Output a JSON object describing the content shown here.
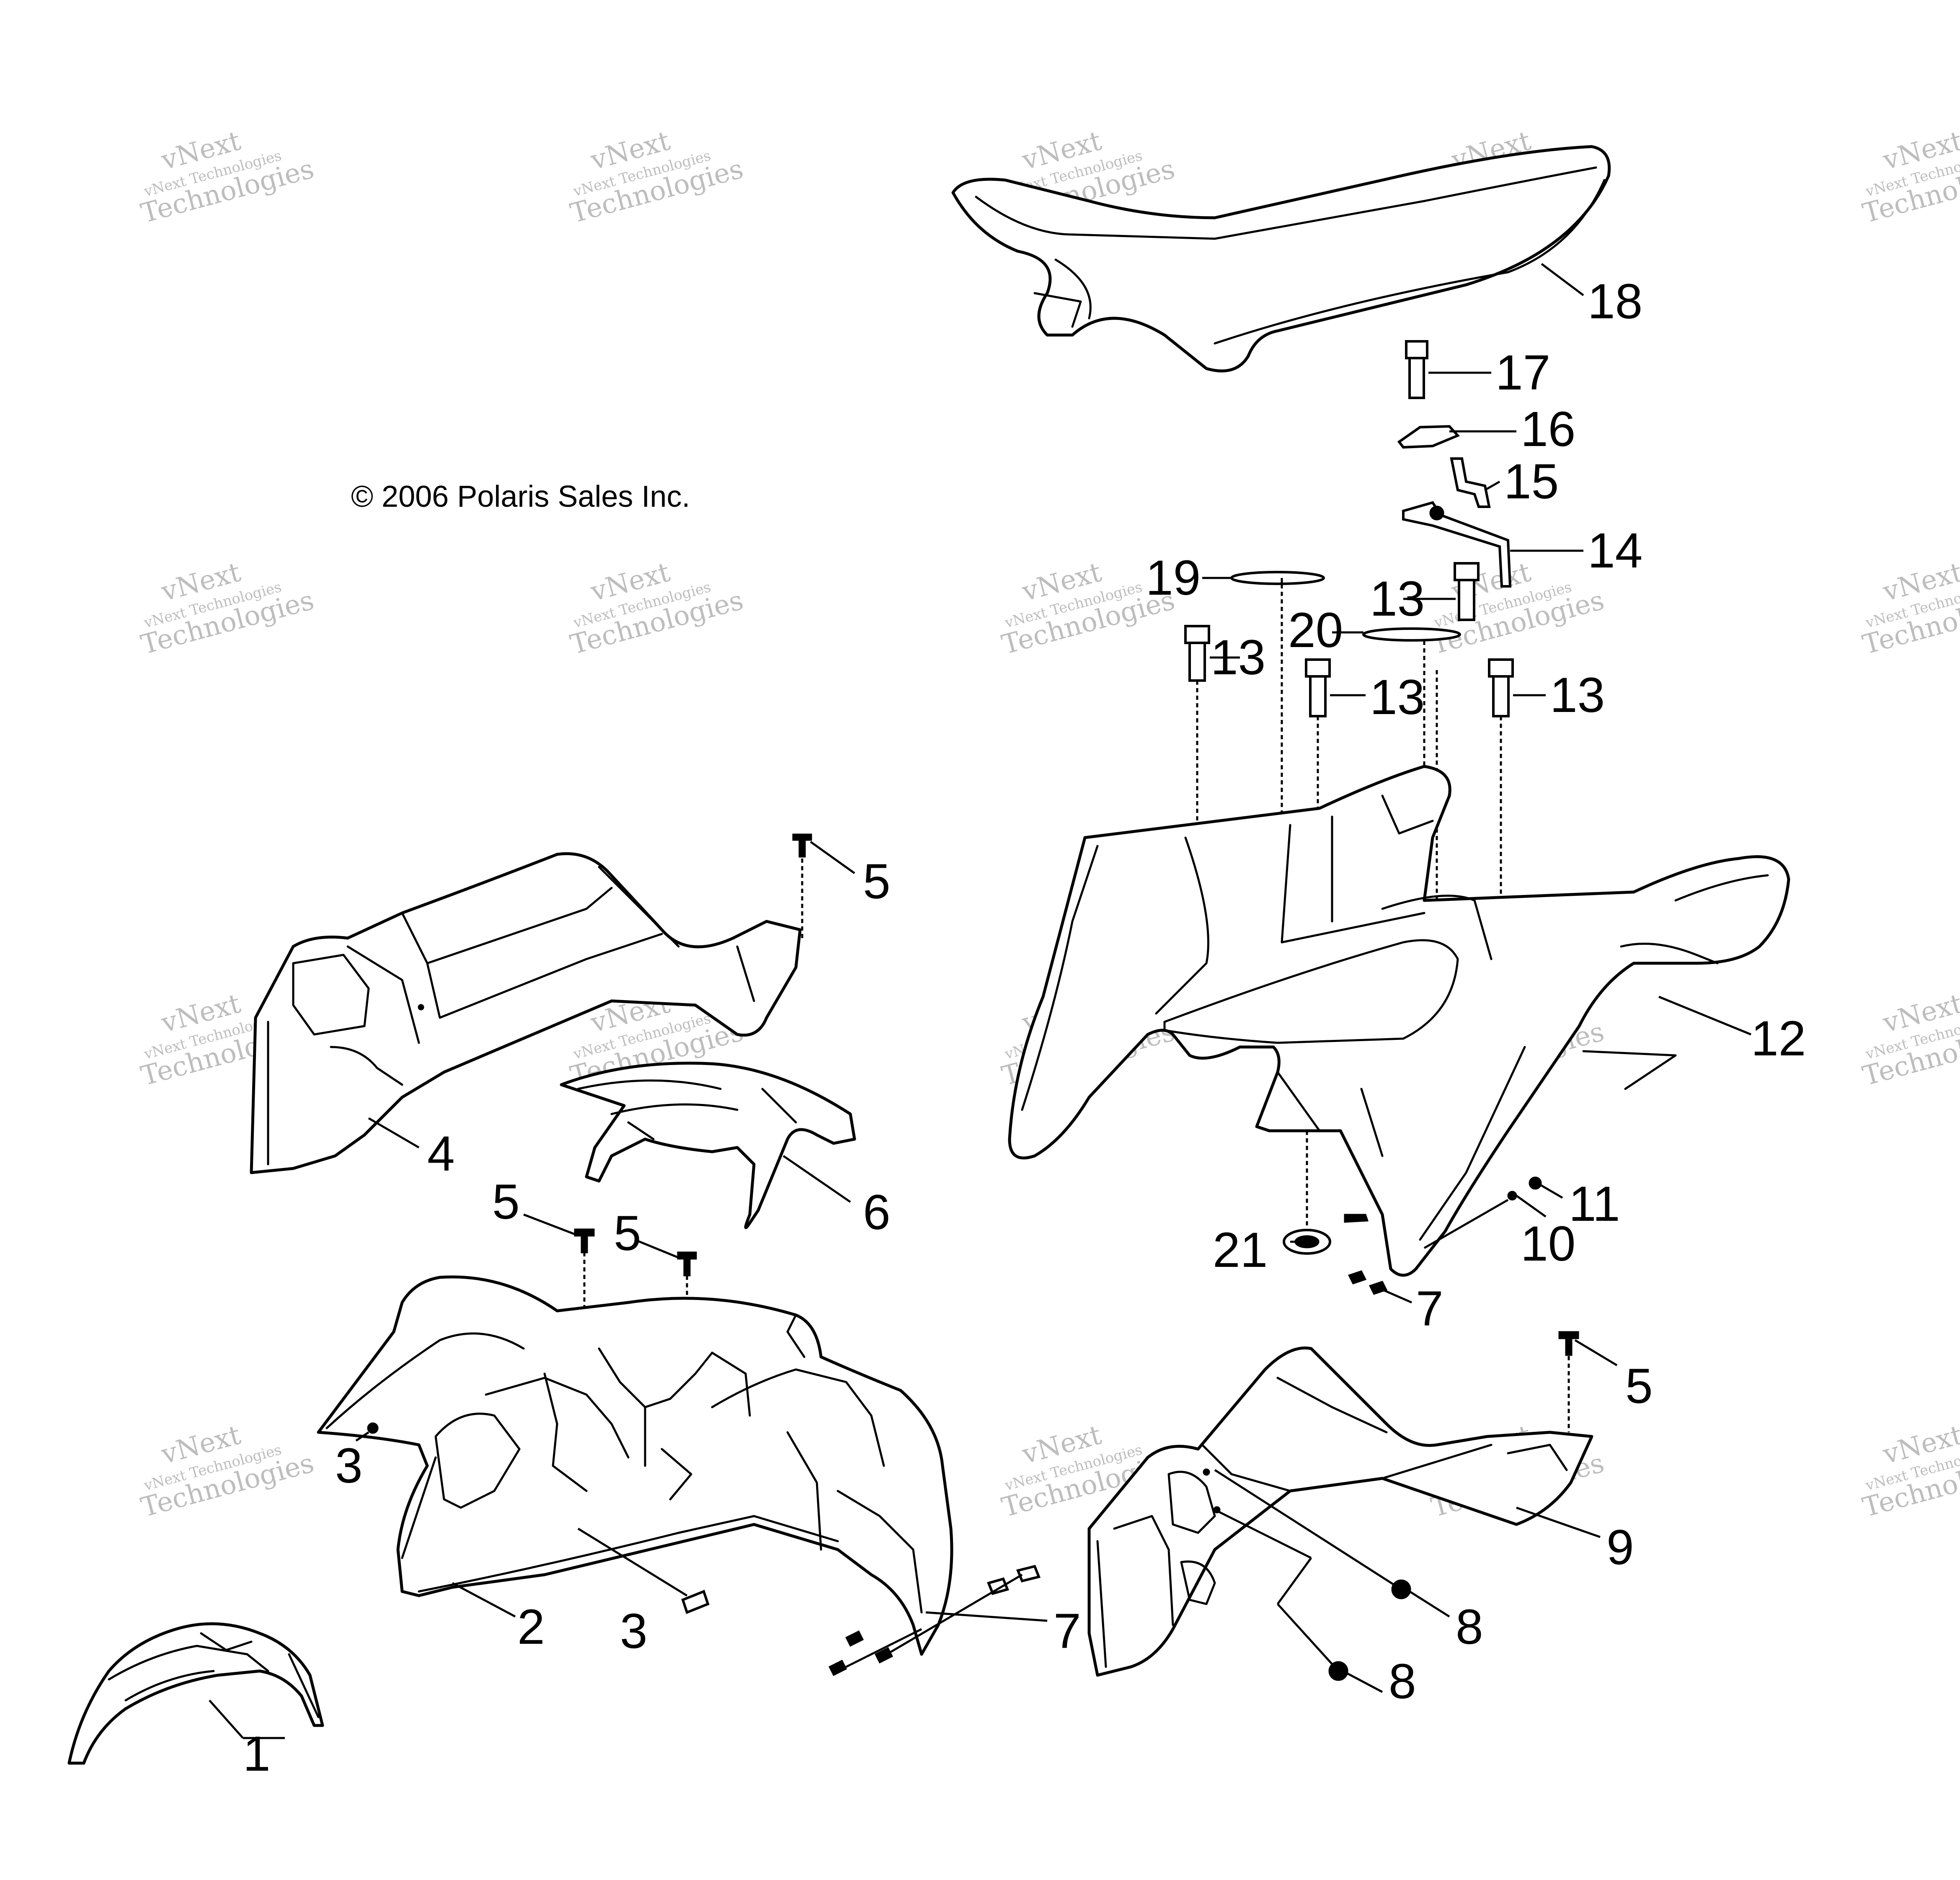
{
  "copyright": "© 2006 Polaris Sales Inc.",
  "watermark": {
    "line1": "vNext Technologies",
    "line2": "vNext",
    "line3": "Technologies"
  },
  "callouts": [
    "1",
    "2",
    "3",
    "3",
    "4",
    "5",
    "5",
    "5",
    "5",
    "6",
    "7",
    "7",
    "8",
    "8",
    "9",
    "10",
    "11",
    "12",
    "13",
    "13",
    "13",
    "13",
    "14",
    "15",
    "16",
    "17",
    "18",
    "19",
    "20",
    "21"
  ]
}
